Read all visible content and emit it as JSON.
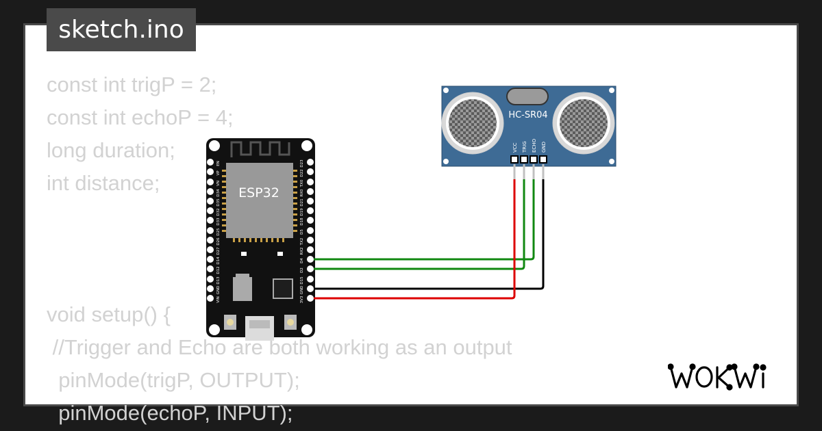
{
  "file_tab": {
    "name": "sketch.ino"
  },
  "code_lines": [
    "const int trigP = 2;",
    "const int echoP = 4;",
    "long duration;",
    "int distance;",
    "",
    "",
    "",
    "void setup() {",
    " //Trigger and Echo are both working as an output",
    "  pinMode(trigP, OUTPUT);",
    "  pinMode(echoP, INPUT);"
  ],
  "esp32": {
    "label": "ESP32",
    "left_pins": [
      "EN",
      "VP",
      "VN",
      "D34",
      "D35",
      "D32",
      "D33",
      "D25",
      "D26",
      "D27",
      "D14",
      "D12",
      "D13",
      "GND",
      "VIN"
    ],
    "right_pins": [
      "D23",
      "D22",
      "TX0",
      "RX0",
      "D21",
      "D19",
      "D18",
      "D5",
      "TX2",
      "RX2",
      "D4",
      "D2",
      "D15",
      "GND",
      "3V3"
    ]
  },
  "sensor": {
    "label": "HC-SR04",
    "pins": [
      "VCC",
      "TRIG",
      "ECHO",
      "GND"
    ]
  },
  "wires": [
    {
      "from": "D4",
      "to": "ECHO",
      "color": "#118811"
    },
    {
      "from": "D2",
      "to": "TRIG",
      "color": "#118811"
    },
    {
      "from": "GND",
      "to": "GND",
      "color": "#000000"
    },
    {
      "from": "3V3",
      "to": "VCC",
      "color": "#dd0000"
    }
  ],
  "logo_text": "WOKWi",
  "colors": {
    "background": "#1b1b1b",
    "card": "#ffffff",
    "tab": "#4a4a4a",
    "code_text": "#d2d2d2",
    "sensor_board": "#3e6b95"
  }
}
